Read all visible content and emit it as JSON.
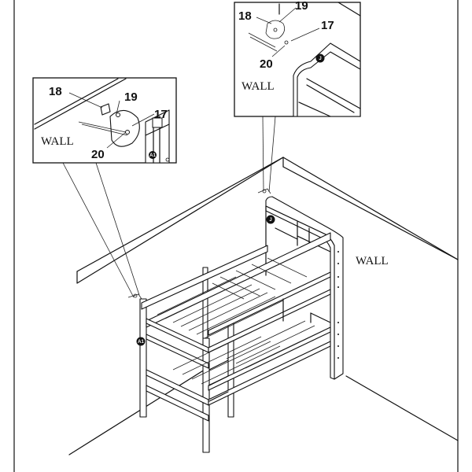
{
  "labels": {
    "wall_left_detail": "WALL",
    "wall_right_detail": "WALL",
    "wall_main": "WALL"
  },
  "left_detail": {
    "callouts": [
      "18",
      "19",
      "17",
      "20"
    ],
    "badge": "A1"
  },
  "right_detail": {
    "callouts": [
      "18",
      "19",
      "17",
      "20"
    ],
    "badge": "J"
  },
  "main_badges": {
    "front_post": "A1",
    "headboard": "J"
  }
}
